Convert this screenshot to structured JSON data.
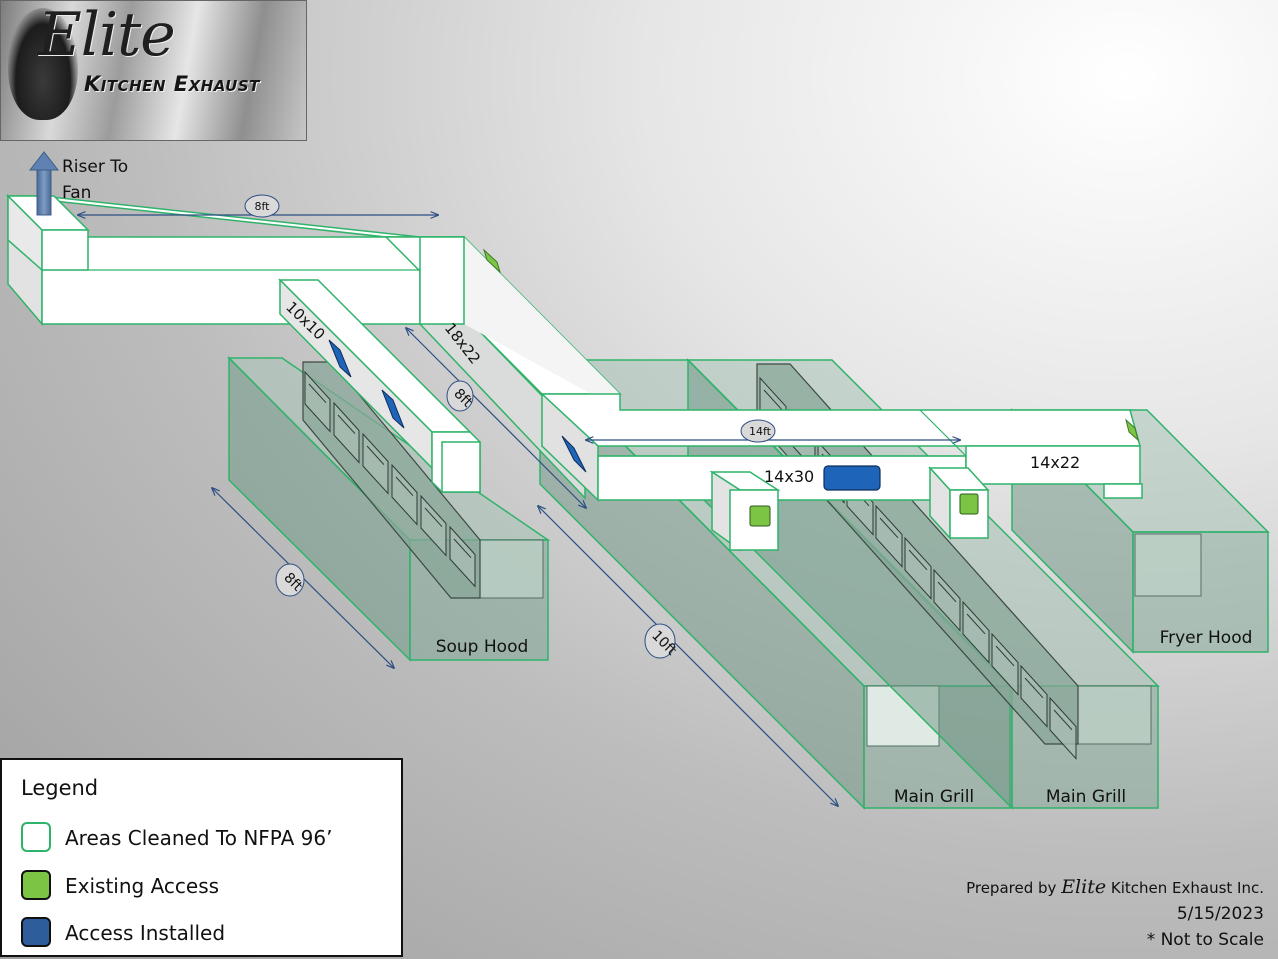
{
  "logo": {
    "script_text": "Elite",
    "sub_text": "Kitchen Exhaust"
  },
  "riser": {
    "label": "Riser To Fan"
  },
  "duct_sizes": {
    "d10x10": "10x10",
    "d18x22": "18x22",
    "d14x30": "14x30",
    "d14x22": "14x22"
  },
  "dimensions": {
    "top_run": "8ft",
    "branch_18x22": "8ft",
    "soup_length": "8ft",
    "grill_length": "10ft",
    "cross_run": "14ft"
  },
  "hoods": {
    "soup": "Soup Hood",
    "fryer": "Fryer Hood",
    "main_grill_1": "Main Grill",
    "main_grill_2": "Main Grill"
  },
  "legend": {
    "title": "Legend",
    "items": [
      {
        "label": "Areas Cleaned  To NFPA 96’",
        "fill": "#ffffff",
        "stroke": "#2fb36a"
      },
      {
        "label": "Existing Access",
        "fill": "#7cc443",
        "stroke": "#111111"
      },
      {
        "label": "Access Installed",
        "fill": "#2e5d9c",
        "stroke": "#111111"
      }
    ]
  },
  "prepared": {
    "prefix": "Prepared by",
    "brand": "Elite",
    "suffix": "Kitchen Exhaust Inc.",
    "date": "5/15/2023",
    "note": "* Not to Scale"
  },
  "colors": {
    "cleaned_outline": "#2fb36a",
    "hood_fill": "#7fa796",
    "existing_access": "#7cc443",
    "access_installed": "#1e64b8",
    "dimension_line": "#2d4f82"
  }
}
